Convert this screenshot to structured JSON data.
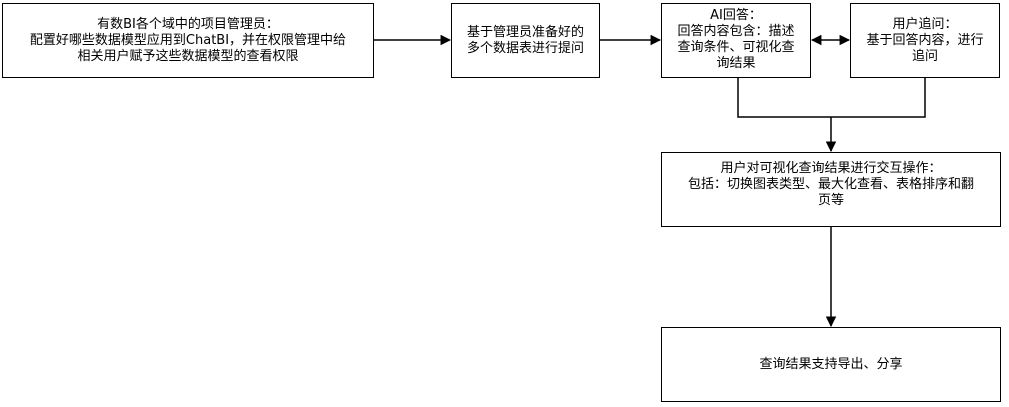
{
  "flowchart": {
    "nodes": {
      "admin_config": "有数BI各个域中的项目管理员：\n配置好哪些数据模型应用到ChatBI，并在权限管理中给\n相关用户赋予这些数据模型的查看权限",
      "ask_question": "基于管理员准备好的\n多个数据表进行提问",
      "ai_answer": "AI回答：\n回答内容包含：描述\n查询条件、可视化查\n询结果",
      "follow_up": "用户追问：\n基于回答内容，进行\n追问",
      "interact": "用户对可视化查询结果进行交互操作：\n包括：切换图表类型、最大化查看、表格排序和翻\n页等",
      "export_share": "查询结果支持导出、分享"
    },
    "colors": {
      "stroke": "#000000",
      "background": "#ffffff",
      "text": "#000000"
    }
  }
}
